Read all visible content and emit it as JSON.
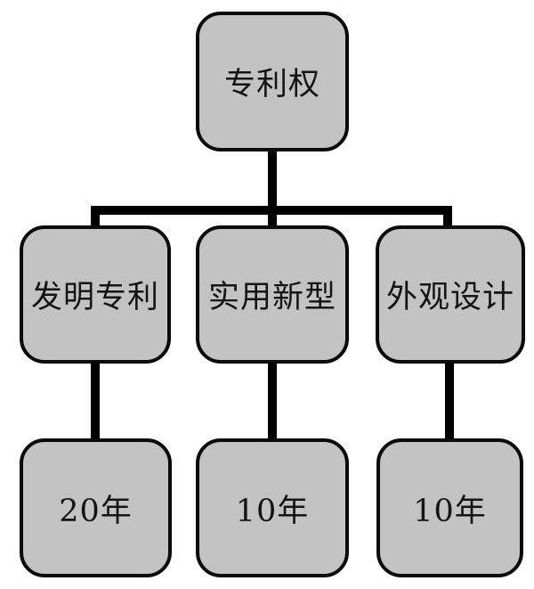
{
  "diagram": {
    "type": "tree-flowchart",
    "root": {
      "id": "patent-right",
      "label": "专利权"
    },
    "children": [
      {
        "id": "invention-patent",
        "label": "发明专利",
        "term": "20年"
      },
      {
        "id": "utility-model",
        "label": "实用新型",
        "term": "10年"
      },
      {
        "id": "design-patent",
        "label": "外观设计",
        "term": "10年"
      }
    ],
    "colors": {
      "background": "#ffffff",
      "box_fill": "#c3c3c3",
      "box_border": "#0a0a0a",
      "connector": "#000000",
      "text": "#141414"
    }
  }
}
